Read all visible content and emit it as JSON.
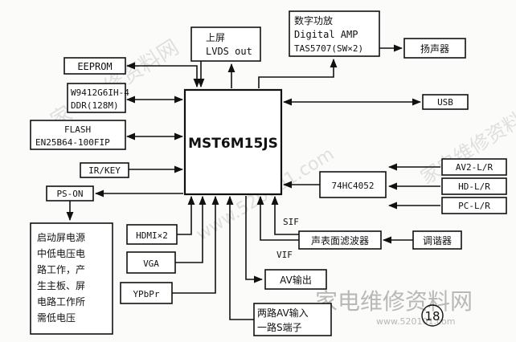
{
  "main_chip": "MST6M15JS",
  "blocks": {
    "lvds": [
      "上屏",
      "LVDS out"
    ],
    "amp": [
      "数字功放",
      "Digital AMP",
      "TAS5707(SW×2)"
    ],
    "speaker": "扬声器",
    "eeprom": "EEPROM",
    "ddr": [
      "W9412G6IH-4",
      "DDR(128M)"
    ],
    "flash": [
      "FLASH",
      "EN25B64-100FIP"
    ],
    "irkey": "IR/KEY",
    "pson": "PS-ON",
    "power_note": [
      "启动屏电源",
      "中低电压电",
      "路工作，产",
      "生主板、屏",
      "电路工作所",
      "需低电压"
    ],
    "usb": "USB",
    "mux": "74HC4052",
    "av2": "AV2-L/R",
    "hd": "HD-L/R",
    "pc": "PC-L/R",
    "hdmi": "HDMI×2",
    "vga": "VGA",
    "ypbpr": "YPbPr",
    "sif": "SIF",
    "vif": "VIF",
    "saw": "声表面滤波器",
    "tuner": "调谐器",
    "avout": "AV输出",
    "avin": [
      "两路AV输入",
      "一路S端子"
    ],
    "figure_number": "18"
  },
  "watermarks": [
    "家电维修资料网",
    "www.520101.com"
  ]
}
